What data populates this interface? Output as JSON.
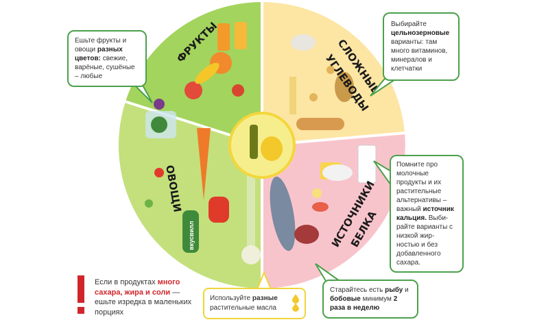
{
  "plate": {
    "sections": [
      {
        "label": "ФРУКТЫ",
        "color": "#a3d45d"
      },
      {
        "label_line1": "СЛОЖНЫЕ",
        "label_line2": "УГЛЕВОДЫ",
        "color": "#fde5a4"
      },
      {
        "label": "ОВОЩИ",
        "color": "#c3e07c"
      },
      {
        "label_line1": "ИСТОЧНИКИ",
        "label_line2": "БЕЛКА",
        "color": "#f8c4cc"
      }
    ],
    "center_color": "#f6ee8c",
    "cucumber_brand": "вкусвилл"
  },
  "callouts": {
    "fruits": {
      "t1": "Ешьте фрукты и овощи ",
      "b1": "разных цветов:",
      "t2": " свежие, варёные, сушёные – любые"
    },
    "grains": {
      "t1": "Выбирайте ",
      "b1": "цельнозерновые",
      "t2": " варианты: там много витаминов, минералов и клетчатки"
    },
    "dairy": {
      "t1": "Помните про молочные продукты и их растительные альтернативы – важный ",
      "b1": "источник кальция.",
      "t2": " Выби-райте варианты с низкой жир-ностью и без добавленного сахара."
    },
    "fish": {
      "t1": "Старайтесь есть ",
      "b1": "рыбу",
      "t2": " и ",
      "b2": "бобовые",
      "t3": " минимум ",
      "b3": "2 раза в неделю"
    },
    "oil": {
      "t1": "Используйте ",
      "b1": "разные",
      "t2": " растительные масла"
    },
    "warning": {
      "t1": "Если в продуктах ",
      "r1": "много сахара, жира и соли",
      "t2": " — ешьте изредка в маленьких порциях"
    }
  },
  "colors": {
    "border": "#4ba04a",
    "warning": "#d0262b",
    "oil": "#f0d43a"
  }
}
